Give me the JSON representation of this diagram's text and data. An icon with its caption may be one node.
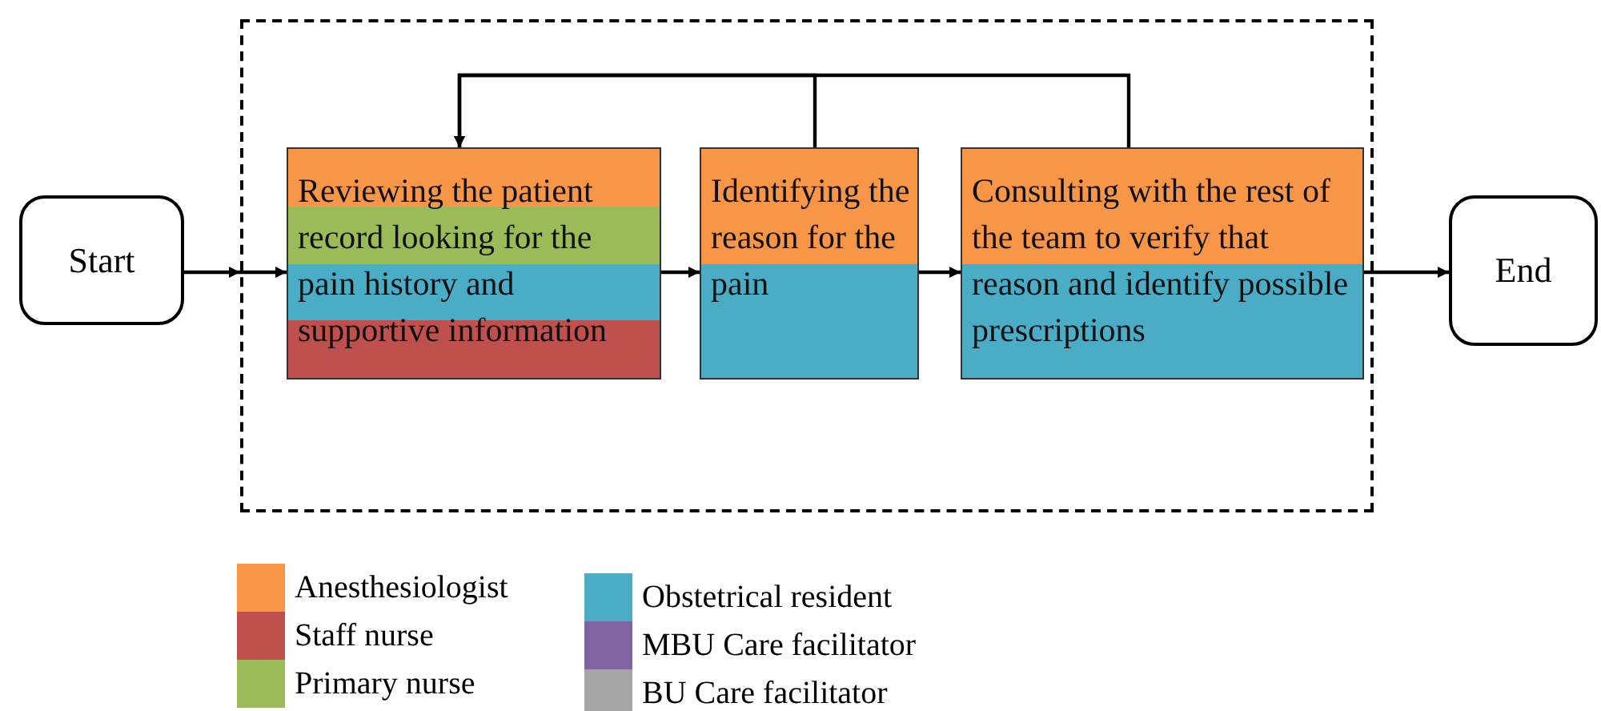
{
  "diagram": {
    "nodes": [
      {
        "text": [],
        "shape": "box"
      },
      {
        "text": [
          "Start"
        ]
      },
      {
        "text": [
          "Reviewing the patient record looking for the pain history and supportive information"
        ],
        "in": 0
      },
      {
        "text": [
          "Identifying the reason for the pain"
        ],
        "in": 0
      },
      {
        "text": [
          "Consulting with the rest of the team to verify that reason and identify possible prescriptions"
        ],
        "in": 0
      },
      {
        "text": [
          "End"
        ]
      }
    ],
    "edges": [
      {
        "from": 1,
        "to": 0,
        "arrow": "to"
      },
      {
        "from": 0,
        "to": 2,
        "arrow": "to"
      },
      {
        "from": 2,
        "to": 3,
        "arrow": "to"
      },
      {
        "from": 3,
        "to": 4,
        "arrow": "to"
      },
      {
        "from": 4,
        "to": 5,
        "arrow": "to"
      },
      {
        "from": 3,
        "to": 2,
        "arrow": "to"
      },
      {
        "from": 4,
        "to": 2,
        "arrow": "to"
      }
    ],
    "legend": [
      {
        "text": "Anesthesiologist",
        "color": "#f79646"
      },
      {
        "text": "Staff nurse",
        "color": "#c0504d"
      },
      {
        "text": "Primary nurse",
        "color": "#9bbb59"
      },
      {
        "text": "Obstetrical resident",
        "color": "#4bacc6"
      },
      {
        "text": "MBU Care facilitator",
        "color": "#8064a2"
      },
      {
        "text": "BU Care facilitator",
        "color": "#a5a5a5"
      }
    ]
  }
}
